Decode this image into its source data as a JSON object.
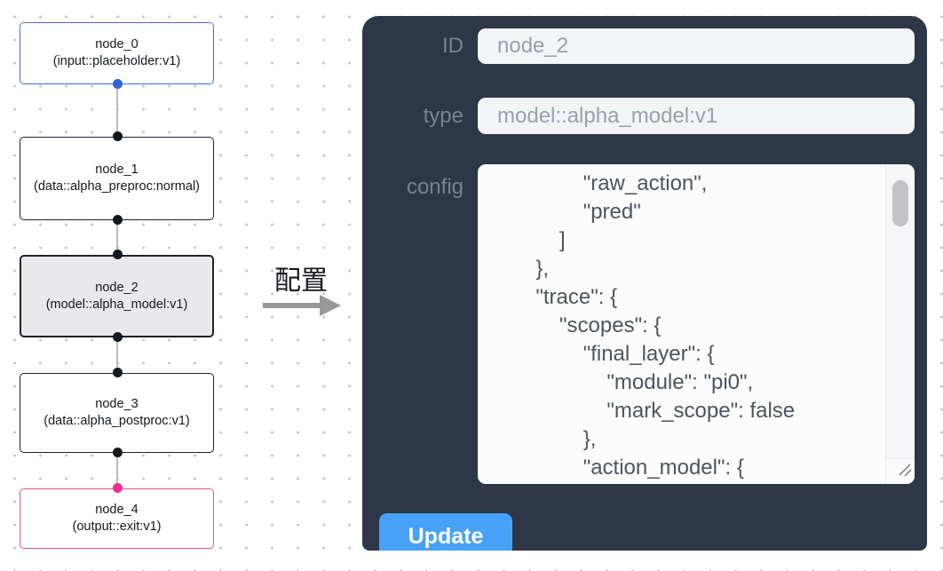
{
  "flow": {
    "nodes": [
      {
        "label": "node_0",
        "subtitle": "(input::placeholder:v1)"
      },
      {
        "label": "node_1",
        "subtitle": "(data::alpha_preproc:normal)"
      },
      {
        "label": "node_2",
        "subtitle": "(model::alpha_model:v1)"
      },
      {
        "label": "node_3",
        "subtitle": "(data::alpha_postproc:v1)"
      },
      {
        "label": "node_4",
        "subtitle": "(output::exit:v1)"
      }
    ]
  },
  "arrow": {
    "label": "配置"
  },
  "panel": {
    "id_field": {
      "label": "ID",
      "value": "node_2"
    },
    "type_field": {
      "label": "type",
      "value": "model::alpha_model:v1"
    },
    "config_field": {
      "label": "config",
      "value": "                \"raw_action\",\n                \"pred\"\n            ]\n        },\n        \"trace\": {\n            \"scopes\": {\n                \"final_layer\": {\n                    \"module\": \"pi0\",\n                    \"mark_scope\": false\n                },\n                \"action_model\": {"
    },
    "update_label": "Update"
  },
  "colors": {
    "panel_bg": "#2d3748",
    "update_button": "#47a1f8",
    "input_node_border": "#4a6fd1",
    "output_node_border": "#ef4f8b",
    "selected_node_bg": "#e9e9ec",
    "default_node_border": "#1d222c",
    "handle_blue": "#2f63d4",
    "handle_pink": "#f4308f",
    "edge_gray": "#b9bcc2"
  }
}
